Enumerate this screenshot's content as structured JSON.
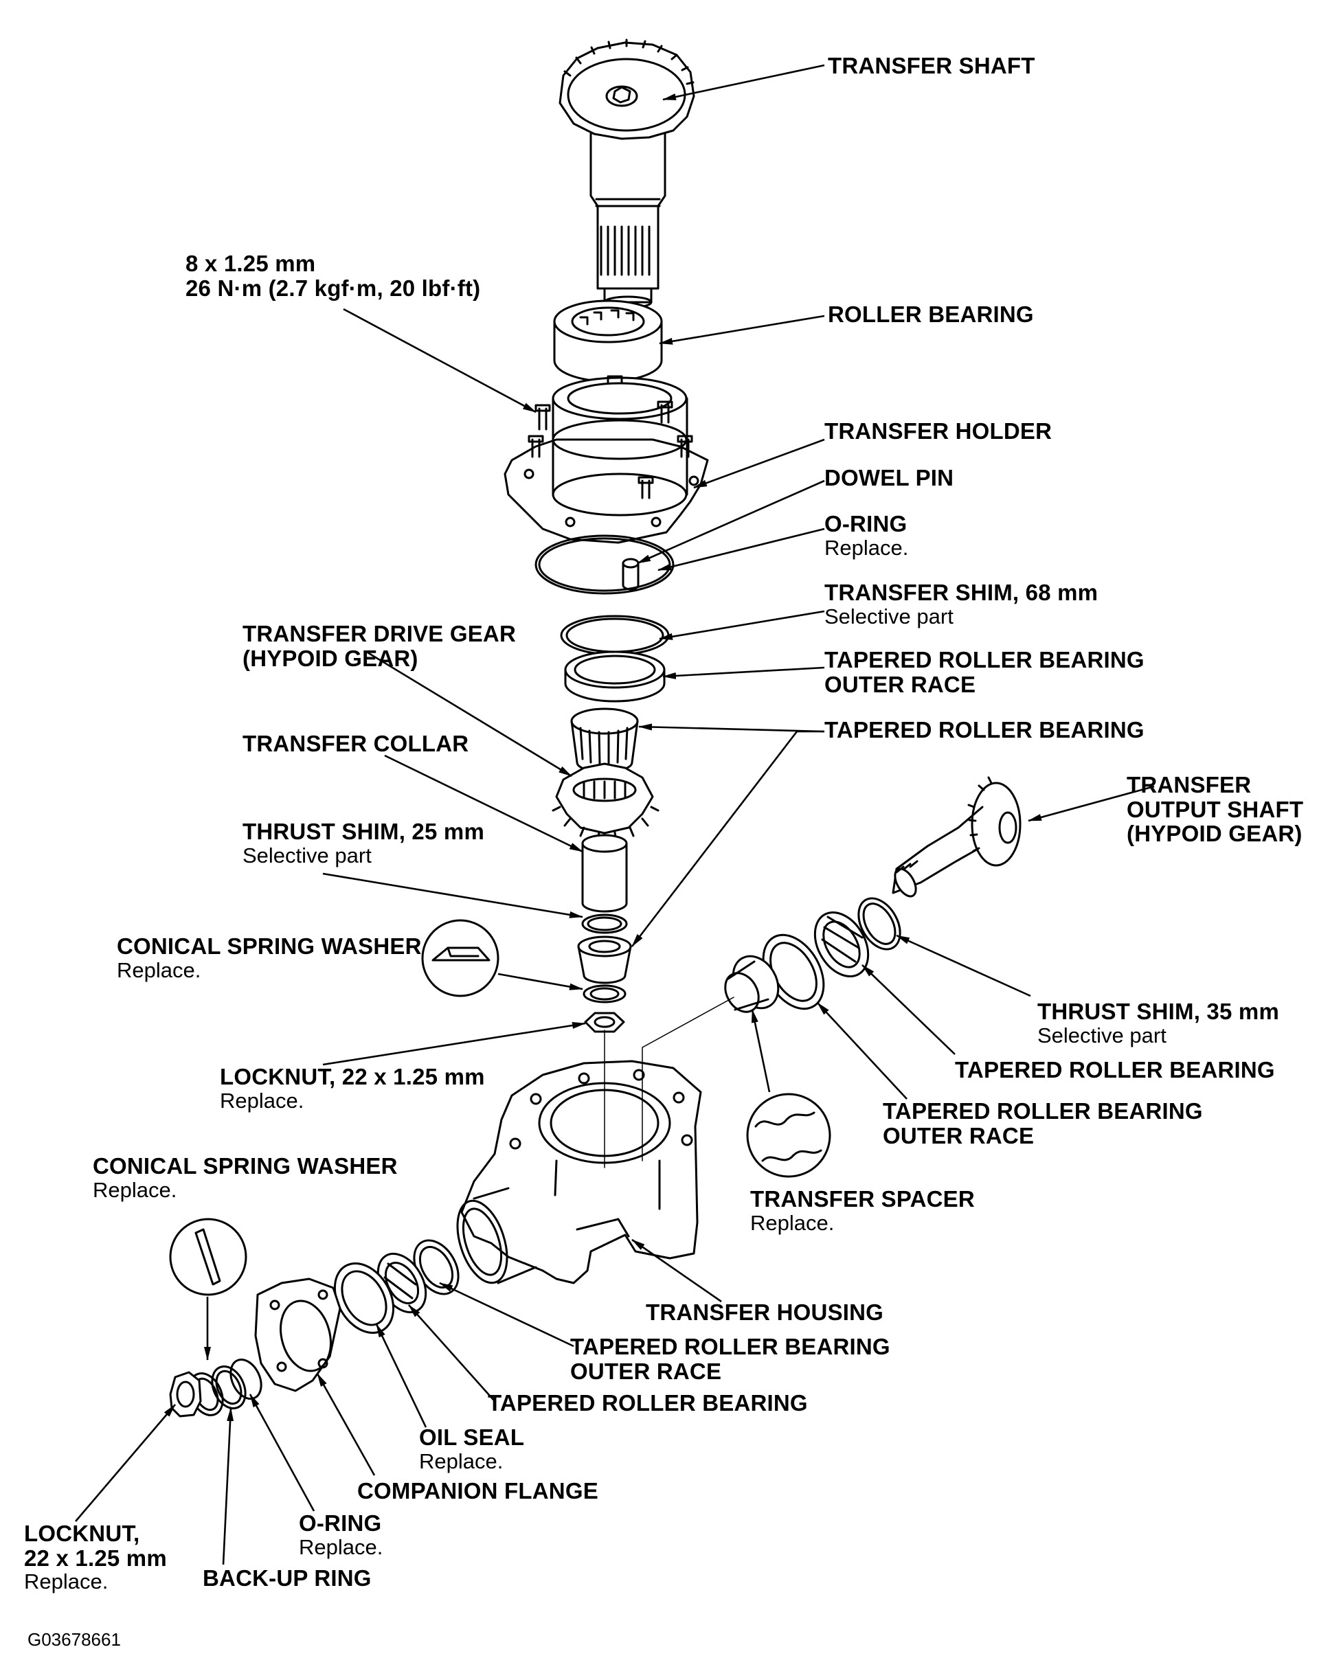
{
  "labels": {
    "transfer_shaft": "TRANSFER SHAFT",
    "bolt_size": "8 x 1.25 mm",
    "bolt_torque": "26 N·m (2.7 kgf·m, 20 lbf·ft)",
    "roller_bearing": "ROLLER BEARING",
    "transfer_holder": "TRANSFER HOLDER",
    "dowel_pin": "DOWEL PIN",
    "o_ring_top": "O-RING",
    "o_ring_top_note": "Replace.",
    "transfer_shim": "TRANSFER SHIM, 68 mm",
    "transfer_shim_note": "Selective part",
    "outer_race_top_1": "TAPERED ROLLER BEARING",
    "outer_race_top_2": "OUTER RACE",
    "drive_gear_1": "TRANSFER DRIVE GEAR",
    "drive_gear_2": "(HYPOID GEAR)",
    "tapered_bearing_top": "TAPERED ROLLER BEARING",
    "transfer_collar": "TRANSFER COLLAR",
    "thrust_shim_25": "THRUST SHIM, 25 mm",
    "thrust_shim_25_note": "Selective part",
    "output_shaft_1": "TRANSFER",
    "output_shaft_2": "OUTPUT SHAFT",
    "output_shaft_3": "(HYPOID GEAR)",
    "conical_washer_top": "CONICAL SPRING WASHER",
    "conical_washer_top_note": "Replace.",
    "thrust_shim_35": "THRUST SHIM, 35 mm",
    "thrust_shim_35_note": "Selective part",
    "tapered_bearing_right": "TAPERED ROLLER BEARING",
    "locknut_top": "LOCKNUT, 22 x 1.25 mm",
    "locknut_top_note": "Replace.",
    "outer_race_right_1": "TAPERED ROLLER BEARING",
    "outer_race_right_2": "OUTER RACE",
    "conical_washer_bottom": "CONICAL SPRING WASHER",
    "conical_washer_bottom_note": "Replace.",
    "transfer_spacer": "TRANSFER SPACER",
    "transfer_spacer_note": "Replace.",
    "transfer_housing": "TRANSFER HOUSING",
    "outer_race_bottom_1": "TAPERED ROLLER BEARING",
    "outer_race_bottom_2": "OUTER RACE",
    "tapered_bearing_bottom": "TAPERED ROLLER BEARING",
    "oil_seal": "OIL SEAL",
    "oil_seal_note": "Replace.",
    "companion_flange": "COMPANION FLANGE",
    "o_ring_bottom": "O-RING",
    "o_ring_bottom_note": "Replace.",
    "locknut_bottom_1": "LOCKNUT,",
    "locknut_bottom_2": "22 x 1.25 mm",
    "locknut_bottom_note": "Replace.",
    "backup_ring": "BACK-UP RING"
  },
  "figure_code": "G03678661"
}
